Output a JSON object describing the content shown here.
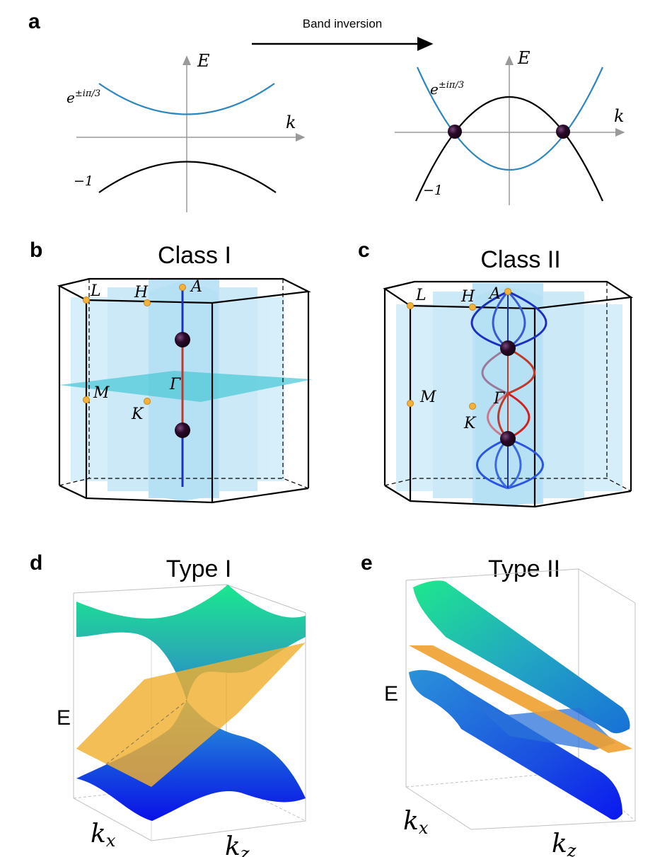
{
  "panels": {
    "a": {
      "letter": "a",
      "arrow_label": "Band inversion",
      "left": {
        "energy_axis": "E",
        "momentum_axis": "k",
        "upper_band": "e^{±iπ/3}",
        "upper_band_base": "e",
        "upper_band_exp": "±iπ/3",
        "lower_band": "−1"
      },
      "right": {
        "energy_axis": "E",
        "momentum_axis": "k",
        "upper_band_base": "e",
        "upper_band_exp": "±iπ/3",
        "lower_band": "−1"
      },
      "colors": {
        "upper": "#2e86c1",
        "lower": "#000000",
        "crossing": "#2a0a2a"
      }
    },
    "b": {
      "letter": "b",
      "title": "Class I",
      "points": [
        "L",
        "H",
        "A",
        "M",
        "K",
        "Γ"
      ]
    },
    "c": {
      "letter": "c",
      "title": "Class II",
      "points": [
        "L",
        "H",
        "A",
        "M",
        "K",
        "Γ"
      ]
    },
    "d": {
      "letter": "d",
      "title": "Type I",
      "axes": {
        "energy": "E",
        "kx": "k",
        "kx_sub": "x",
        "kz": "k",
        "kz_sub": "z"
      }
    },
    "e": {
      "letter": "e",
      "title": "Type II",
      "axes": {
        "energy": "E",
        "kx": "k",
        "kx_sub": "x",
        "kz": "k",
        "kz_sub": "z"
      }
    }
  },
  "colors": {
    "plane_light": "#a9dcf3",
    "plane_mid": "#7cc8ec",
    "plane_cyan": "#4fc9d8",
    "line_blue": "#1c2fbf",
    "line_red": "#c0392b",
    "node": "#2a0a2a",
    "point_orange": "#e6a020",
    "plane_orange": "#f0a030"
  }
}
